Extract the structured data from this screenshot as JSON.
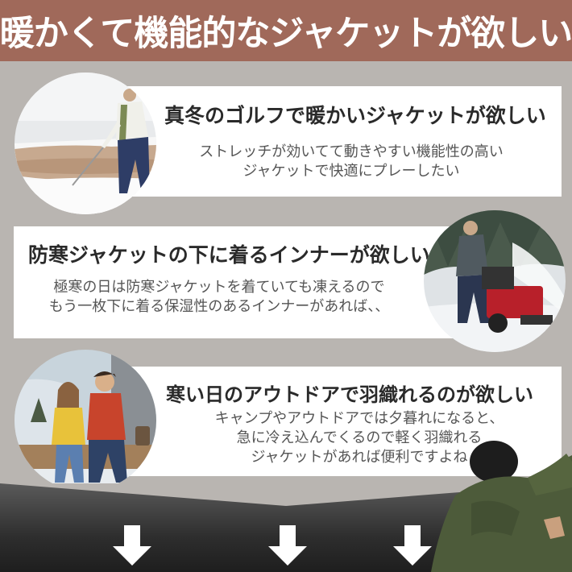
{
  "header": {
    "title": "暖かくて機能的なジャケットが欲しい"
  },
  "panels": [
    {
      "title": "真冬のゴルフで暖かいジャケットが欲しい",
      "desc": [
        "ストレッチが効いてて動きやすい機能性の高い",
        "ジャケットで快適にプレーしたい"
      ],
      "photo_icon": "winter-golfer-photo"
    },
    {
      "title": "防寒ジャケットの下に着るインナーが欲しい",
      "desc": [
        "極寒の日は防寒ジャケットを着ていても凍えるので",
        "もう一枚下に着る保湿性のあるインナーがあれば、、"
      ],
      "photo_icon": "snowblower-photo"
    },
    {
      "title": "寒い日のアウトドアで羽織れるのが欲しい",
      "desc": [
        "キャンプやアウトドアでは夕暮れになると、",
        "急に冷え込んでくるので軽く羽織れる",
        "ジャケットがあれば便利ですよね"
      ],
      "photo_icon": "outdoor-couple-photo"
    }
  ],
  "icons": {
    "arrow": "down-arrow-icon",
    "model": "jacket-model-figure"
  },
  "colors": {
    "header_bg": "#a0695a",
    "page_bg": "#b9b5b1",
    "panel_bg": "#ffffff"
  }
}
